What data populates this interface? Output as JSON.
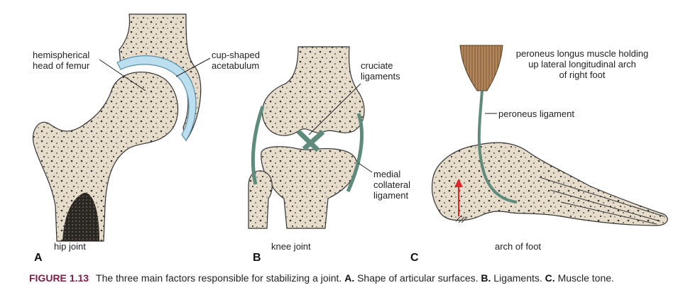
{
  "panels": [
    {
      "letter": "A",
      "title": "hip joint",
      "labels": {
        "head": "hemispherical\nhead of femur",
        "acetabulum": "cup-shaped\nacetabulum"
      }
    },
    {
      "letter": "B",
      "title": "knee joint",
      "labels": {
        "cruciate": "cruciate\nligaments",
        "medial": "medial\ncollateral\nligament"
      }
    },
    {
      "letter": "C",
      "title": "arch of foot",
      "labels": {
        "muscle": "peroneus longus muscle holding\nup lateral longitudinal arch\nof right foot",
        "ligament": "peroneus ligament"
      }
    }
  ],
  "caption": {
    "figure": "FIGURE 1.13",
    "text": "The three main factors responsible for stabilizing a joint.",
    "a_letter": "A.",
    "a_text": "Shape of articular surfaces.",
    "b_letter": "B.",
    "b_text": "Ligaments.",
    "c_letter": "C.",
    "c_text": "Muscle tone."
  },
  "colors": {
    "bone": "#e6dccb",
    "cartilage": "#bcdff0",
    "ligament": "#5f8b7c",
    "muscle": "#b2875a",
    "arrow": "#e0262d"
  }
}
